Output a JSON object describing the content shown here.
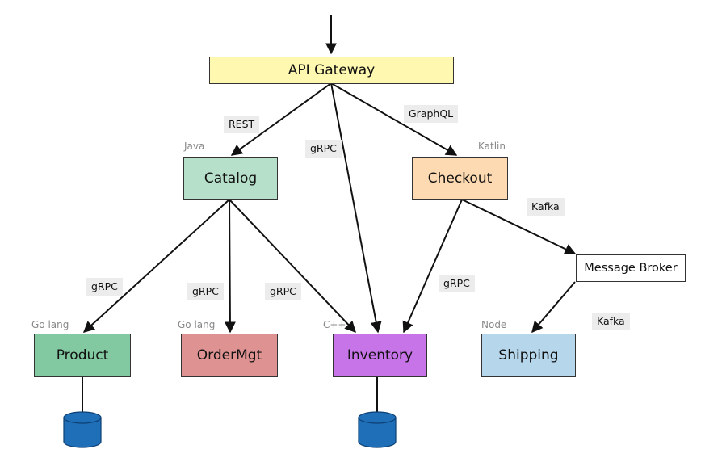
{
  "services": {
    "api_gateway": {
      "label": "API Gateway",
      "color": "#fff8b0"
    },
    "catalog": {
      "label": "Catalog",
      "tag": "Java",
      "color": "#b6e0c9"
    },
    "checkout": {
      "label": "Checkout",
      "tag": "Katlin",
      "color": "#fddab1"
    },
    "message_broker": {
      "label": "Message Broker",
      "color": "#ffffff"
    },
    "product": {
      "label": "Product",
      "tag": "Go lang",
      "color": "#82c9a2"
    },
    "ordermgt": {
      "label": "OrderMgt",
      "tag": "Go lang",
      "color": "#de9392"
    },
    "inventory": {
      "label": "Inventory",
      "tag": "C++",
      "color": "#c774e8"
    },
    "shipping": {
      "label": "Shipping",
      "tag": "Node",
      "color": "#b6d6eb"
    }
  },
  "protocols": {
    "gateway_catalog": "REST",
    "gateway_inventory": "gRPC",
    "gateway_checkout": "GraphQL",
    "checkout_broker": "Kafka",
    "catalog_product": "gRPC",
    "catalog_ordermgt": "gRPC",
    "catalog_inventory": "gRPC",
    "checkout_inventory": "gRPC",
    "broker_shipping": "Kafka"
  },
  "colors": {
    "database": "#1f6fb8",
    "edge": "#111111"
  }
}
